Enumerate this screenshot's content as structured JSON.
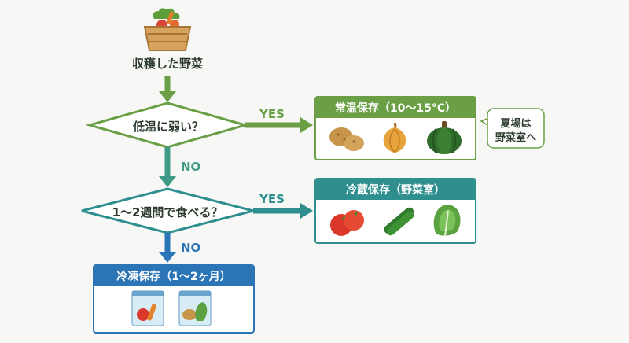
{
  "start": {
    "label": "収穫した野菜",
    "icon": "vegetable-basket-icon"
  },
  "decision1": {
    "question": "低温に弱い？",
    "yes_label": "YES",
    "no_label": "NO"
  },
  "decision2": {
    "question": "1〜2週間で食べる？",
    "yes_label": "YES",
    "no_label": "NO"
  },
  "storage_room_temp": {
    "title": "常温保存（10〜15°C）",
    "items": [
      "potato-icon",
      "onion-icon",
      "pumpkin-icon"
    ],
    "color": "#6a9f46"
  },
  "storage_fridge": {
    "title": "冷蔵保存（野菜室）",
    "items": [
      "tomato-icon",
      "cucumber-icon",
      "lettuce-icon"
    ],
    "color": "#2f8f8f"
  },
  "storage_frozen": {
    "title": "冷凍保存（1〜2ヶ月）",
    "items": [
      "frozen-bag-tomato-carrot-icon",
      "frozen-bag-potato-greens-icon"
    ],
    "color": "#2b74b6"
  },
  "summer_note": {
    "line1": "夏場は",
    "line2": "野菜室へ"
  }
}
